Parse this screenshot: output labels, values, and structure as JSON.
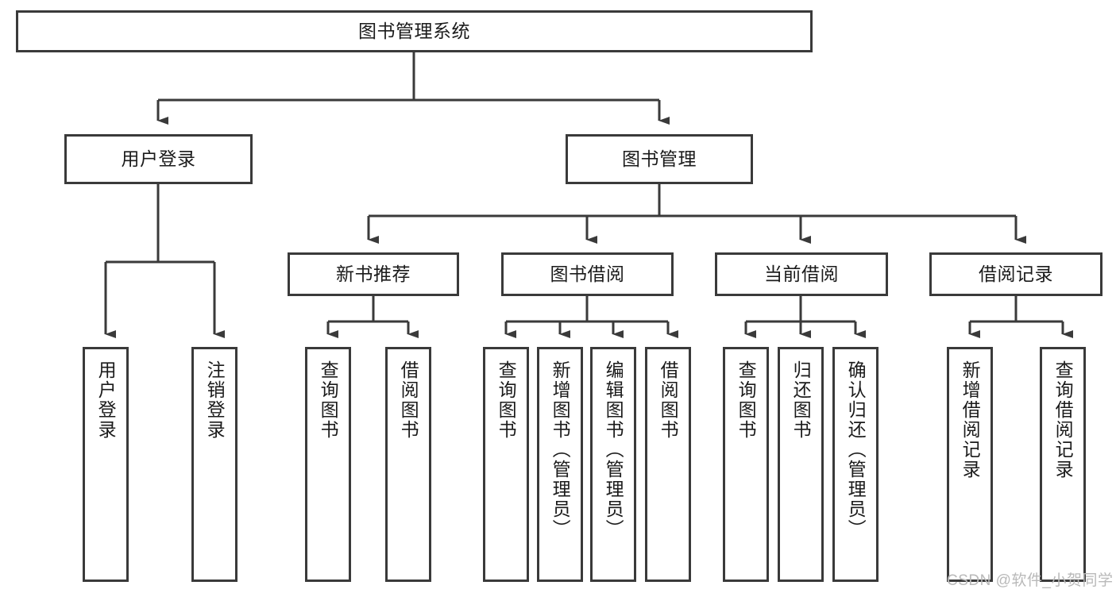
{
  "diagram": {
    "title": "图书管理系统",
    "type": "hierarchy-tree",
    "orientation": "top-down",
    "root": {
      "id": "root",
      "label": "图书管理系统"
    },
    "levels": [
      {
        "level": 1,
        "nodes": [
          {
            "id": "root",
            "label": "图书管理系统",
            "parent": null,
            "text_direction": "horizontal"
          }
        ]
      },
      {
        "level": 2,
        "nodes": [
          {
            "id": "user-login",
            "label": "用户登录",
            "parent": "root",
            "text_direction": "horizontal"
          },
          {
            "id": "book-manage",
            "label": "图书管理",
            "parent": "root",
            "text_direction": "horizontal"
          }
        ]
      },
      {
        "level": 3,
        "nodes": [
          {
            "id": "new-book-rec",
            "label": "新书推荐",
            "parent": "book-manage",
            "text_direction": "horizontal"
          },
          {
            "id": "book-borrow",
            "label": "图书借阅",
            "parent": "book-manage",
            "text_direction": "horizontal"
          },
          {
            "id": "current-borrow",
            "label": "当前借阅",
            "parent": "book-manage",
            "text_direction": "horizontal"
          },
          {
            "id": "borrow-record",
            "label": "借阅记录",
            "parent": "book-manage",
            "text_direction": "horizontal"
          }
        ]
      },
      {
        "level": 4,
        "nodes": [
          {
            "id": "leaf-1",
            "label": "用户登录",
            "parent": "user-login",
            "text_direction": "vertical"
          },
          {
            "id": "leaf-2",
            "label": "注销登录",
            "parent": "user-login",
            "text_direction": "vertical"
          },
          {
            "id": "leaf-3",
            "label": "查询图书",
            "parent": "new-book-rec",
            "text_direction": "vertical"
          },
          {
            "id": "leaf-4",
            "label": "借阅图书",
            "parent": "new-book-rec",
            "text_direction": "vertical"
          },
          {
            "id": "leaf-5",
            "label": "查询图书",
            "parent": "book-borrow",
            "text_direction": "vertical"
          },
          {
            "id": "leaf-6",
            "label": "新增图书（管理员）",
            "parent": "book-borrow",
            "text_direction": "vertical"
          },
          {
            "id": "leaf-7",
            "label": "编辑图书（管理员）",
            "parent": "book-borrow",
            "text_direction": "vertical"
          },
          {
            "id": "leaf-8",
            "label": "借阅图书",
            "parent": "book-borrow",
            "text_direction": "vertical"
          },
          {
            "id": "leaf-9",
            "label": "查询图书",
            "parent": "current-borrow",
            "text_direction": "vertical"
          },
          {
            "id": "leaf-10",
            "label": "归还图书",
            "parent": "current-borrow",
            "text_direction": "vertical"
          },
          {
            "id": "leaf-11",
            "label": "确认归还（管理员）",
            "parent": "current-borrow",
            "text_direction": "vertical"
          },
          {
            "id": "leaf-12",
            "label": "新增借阅记录",
            "parent": "borrow-record",
            "text_direction": "vertical"
          },
          {
            "id": "leaf-13",
            "label": "查询借阅记录",
            "parent": "borrow-record",
            "text_direction": "vertical"
          }
        ]
      }
    ],
    "colors": {
      "box_border": "#3a3a3a",
      "box_fill": "#ffffff",
      "connector": "#3a3a3a",
      "text": "#1b1b1b",
      "watermark": "#b9b9b9",
      "background": "#ffffff"
    }
  },
  "watermark": {
    "text": "CSDN @软件_小贺同学"
  }
}
